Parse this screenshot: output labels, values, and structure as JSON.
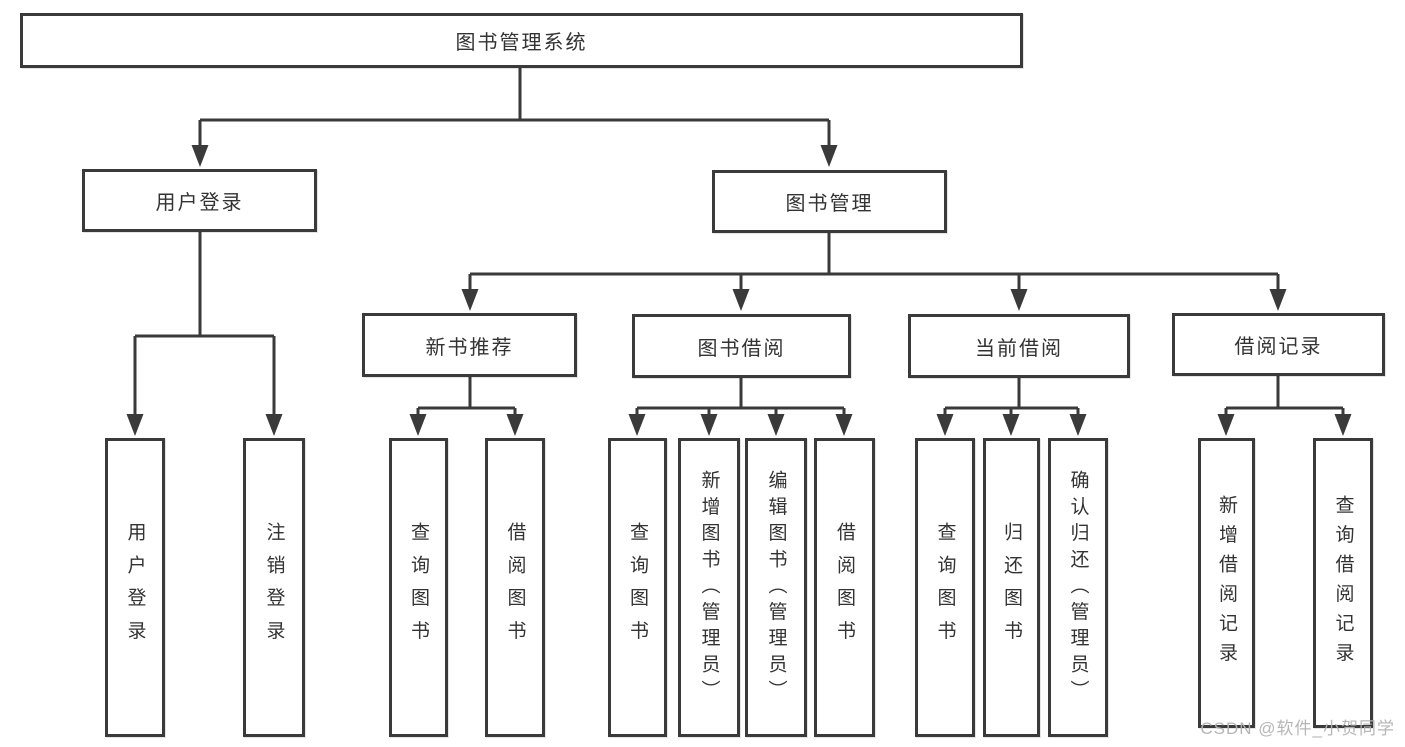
{
  "diagram_title": "图书管理系统",
  "tree": {
    "label": "图书管理系统",
    "children": [
      {
        "label": "用户登录",
        "children": [
          {
            "label": "用户登录"
          },
          {
            "label": "注销登录"
          }
        ]
      },
      {
        "label": "图书管理",
        "children": [
          {
            "label": "新书推荐",
            "children": [
              {
                "label": "查询图书"
              },
              {
                "label": "借阅图书"
              }
            ]
          },
          {
            "label": "图书借阅",
            "children": [
              {
                "label": "查询图书"
              },
              {
                "label": "新增图书（管理员）"
              },
              {
                "label": "编辑图书（管理员）"
              },
              {
                "label": "借阅图书"
              }
            ]
          },
          {
            "label": "当前借阅",
            "children": [
              {
                "label": "查询图书"
              },
              {
                "label": "归还图书"
              },
              {
                "label": "确认归还（管理员）"
              }
            ]
          },
          {
            "label": "借阅记录",
            "children": [
              {
                "label": "新增借阅记录"
              },
              {
                "label": "查询借阅记录"
              }
            ]
          }
        ]
      }
    ]
  },
  "watermark": "CSDN @软件_小贺同学",
  "colors": {
    "line": "#3a3a3a",
    "box_border": "#3a3a3a",
    "text": "#333333",
    "background": "#ffffff",
    "watermark": "#b2b2b2"
  }
}
